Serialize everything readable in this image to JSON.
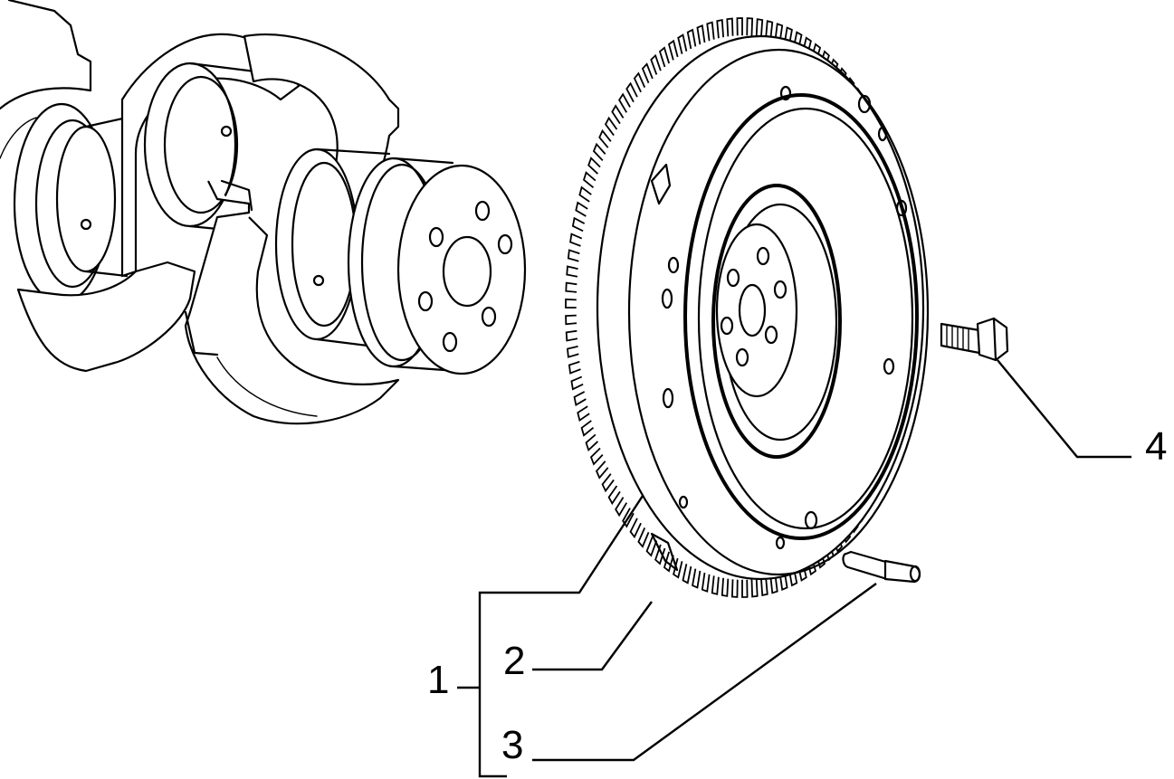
{
  "callouts": [
    {
      "id": "1",
      "label": "1"
    },
    {
      "id": "2",
      "label": "2"
    },
    {
      "id": "3",
      "label": "3"
    },
    {
      "id": "4",
      "label": "4"
    }
  ],
  "parts": [
    {
      "name": "crankshaft"
    },
    {
      "name": "flywheel"
    },
    {
      "name": "ring-gear"
    },
    {
      "name": "dowel-pin"
    },
    {
      "name": "flywheel-bolt"
    }
  ]
}
